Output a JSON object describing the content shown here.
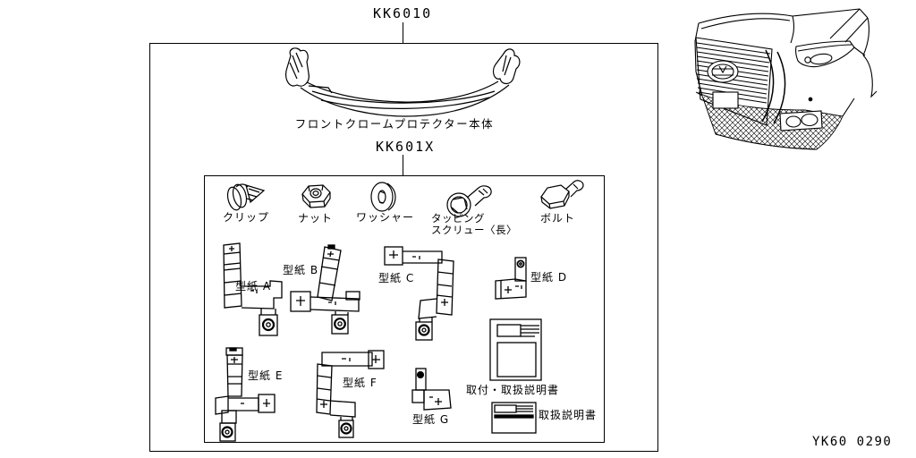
{
  "colors": {
    "background": "#ffffff",
    "line": "#000000"
  },
  "main_assembly": {
    "part_code": "KK6010",
    "caption": "フロントクロームプロテクター本体"
  },
  "hardware_kit": {
    "part_code": "KK601X",
    "fasteners": [
      {
        "icon": "clip-icon",
        "label": "クリップ"
      },
      {
        "icon": "nut-icon",
        "label": "ナット"
      },
      {
        "icon": "washer-icon",
        "label": "ワッシャー"
      },
      {
        "icon": "tapping-screw-icon",
        "label_line1": "タッピング",
        "label_line2": "スクリュー〈長〉"
      },
      {
        "icon": "bolt-icon",
        "label": "ボルト"
      }
    ],
    "templates": [
      {
        "label": "型紙 A"
      },
      {
        "label": "型紙 B"
      },
      {
        "label": "型紙 C"
      },
      {
        "label": "型紙 D"
      },
      {
        "label": "型紙 E"
      },
      {
        "label": "型紙 F"
      },
      {
        "label": "型紙 G"
      }
    ],
    "documents": [
      {
        "icon": "install-manual-icon",
        "label": "取付・取扱説明書"
      },
      {
        "icon": "owner-manual-icon",
        "label": "取扱説明書"
      }
    ]
  },
  "footer": {
    "drawing_code": "YK60 0290"
  }
}
